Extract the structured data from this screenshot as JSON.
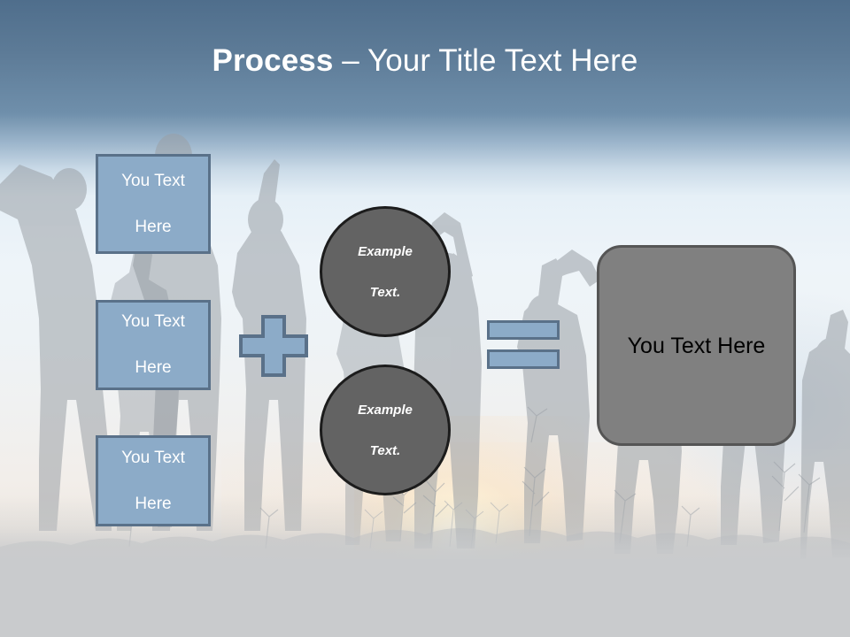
{
  "slide": {
    "title": {
      "strong": "Process",
      "rest": " – Your Title Text Here"
    },
    "background": {
      "description": "silhouettes-of-people-with-raised-arms-at-sunset",
      "sky_top_color": "#4f6e8c",
      "sky_horizon_color": "#eef4f9",
      "bottom_band_color": "#c9cbcd"
    },
    "colors": {
      "accent_blue_fill": "#8cabc8",
      "accent_blue_border": "#5a7189",
      "circle_fill": "#636363",
      "circle_border": "#1c1c1c",
      "result_fill": "#808080",
      "result_border": "#555555",
      "title_text": "#ffffff"
    },
    "input_boxes": [
      {
        "line1": "You Text",
        "line2": "Here"
      },
      {
        "line1": "You Text",
        "line2": "Here"
      },
      {
        "line1": "You Text",
        "line2": "Here"
      }
    ],
    "operators": {
      "plus": "+",
      "equals": "="
    },
    "circles": [
      {
        "line1": "Example",
        "line2": "Text."
      },
      {
        "line1": "Example",
        "line2": "Text."
      }
    ],
    "result": {
      "label": "You Text Here"
    }
  }
}
